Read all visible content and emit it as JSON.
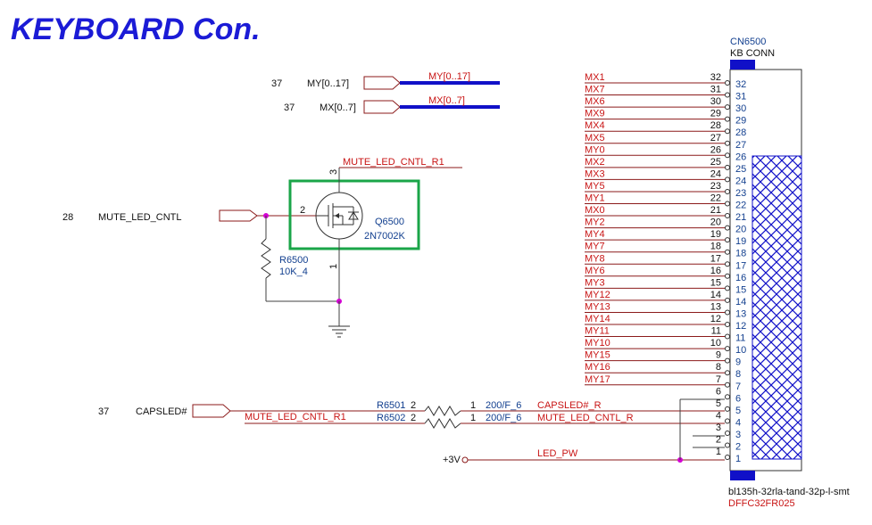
{
  "title": "KEYBOARD Con.",
  "colors": {
    "title": "#1b1bd6",
    "net": "#c81414",
    "part": "#123f8f",
    "highlight": "#1aa548",
    "bus": "#1010c8",
    "junction": "#d400d4"
  },
  "connector": {
    "ref": "CN6500",
    "name": "KB CONN",
    "footprint": "bl135h-32rla-tand-32p-l-smt",
    "part_no": "DFFC32FR025",
    "pin_numbers": [
      "32",
      "31",
      "30",
      "29",
      "28",
      "27",
      "26",
      "25",
      "24",
      "23",
      "22",
      "21",
      "20",
      "19",
      "18",
      "17",
      "16",
      "15",
      "14",
      "13",
      "12",
      "11",
      "10",
      "9",
      "8",
      "7",
      "6",
      "5",
      "4",
      "3",
      "2",
      "1"
    ],
    "nets": [
      "MX1",
      "MX7",
      "MX6",
      "MX9",
      "MX4",
      "MX5",
      "MY0",
      "MX2",
      "MX3",
      "MY5",
      "MY1",
      "MX0",
      "MY2",
      "MY4",
      "MY7",
      "MY8",
      "MY6",
      "MY3",
      "MY12",
      "MY13",
      "MY14",
      "MY11",
      "MY10",
      "MY15",
      "MY16",
      "MY17"
    ]
  },
  "buses": [
    {
      "sheet": "37",
      "port": "MY[0..17]",
      "bus": "MY[0..17]"
    },
    {
      "sheet": "37",
      "port": "MX[0..7]",
      "bus": "MX[0..7]"
    }
  ],
  "mosfet": {
    "ref": "Q6500",
    "part": "2N7002K",
    "gate_pin": "2",
    "drain_pin": "3",
    "source_pin": "1",
    "drain_net": "MUTE_LED_CNTL_R1",
    "icon": "nmos-transistor-icon"
  },
  "mute_port": {
    "sheet": "28",
    "label": "MUTE_LED_CNTL"
  },
  "r6500": {
    "ref": "R6500",
    "value": "10K_4"
  },
  "capsled": {
    "sheet": "37",
    "port": "CAPSLED#",
    "in_net": "MUTE_LED_CNTL_R1",
    "r1_ref": "R6501",
    "r1_pin_a": "2",
    "r1_pin_b": "1",
    "r1_value": "200/F_6",
    "r1_out": "CAPSLED#_R",
    "r2_ref": "R6502",
    "r2_pin_a": "2",
    "r2_pin_b": "1",
    "r2_value": "200/F_6",
    "r2_out": "MUTE_LED_CNTL_R"
  },
  "power": {
    "label": "+3V",
    "net": "LED_PW"
  },
  "low_pins": [
    {
      "pin": "6",
      "net": ""
    },
    {
      "pin": "5",
      "net": "CAPSLED#_R"
    },
    {
      "pin": "4",
      "net": "MUTE_LED_CNTL_R"
    },
    {
      "pin": "3",
      "net": ""
    },
    {
      "pin": "2",
      "net": ""
    },
    {
      "pin": "1",
      "net": "LED_PW"
    }
  ]
}
